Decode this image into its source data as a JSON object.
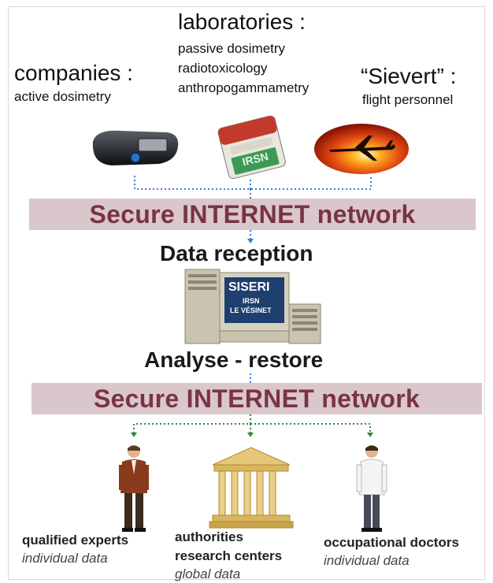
{
  "sources": {
    "companies": {
      "title": "companies :",
      "items": [
        "active dosimetry"
      ]
    },
    "laboratories": {
      "title": "laboratories :",
      "items": [
        "passive dosimetry",
        "radiotoxicology",
        "anthropogammametry"
      ]
    },
    "sievert": {
      "title": "“Sievert” :",
      "items": [
        "flight personnel"
      ]
    }
  },
  "dosimeter_badge_text": "IRSN",
  "network_top": "Secure INTERNET network",
  "data_reception": "Data reception",
  "server": {
    "line1": "SISERI",
    "line2": "IRSN",
    "line3": "LE VÉSINET"
  },
  "analyse": "Analyse - restore",
  "network_bottom": "Secure INTERNET network",
  "recipients": [
    {
      "name": "qualified experts",
      "data": "individual data"
    },
    {
      "name_lines": [
        "authorities",
        "research centers"
      ],
      "data": "global data"
    },
    {
      "name": "occupational doctors",
      "data": "individual data"
    }
  ],
  "colors": {
    "network_band": "#d9c7cc",
    "network_text": "#7a3344",
    "top_connector": "#3a7fd0",
    "bottom_connector": "#2f8a3a"
  }
}
